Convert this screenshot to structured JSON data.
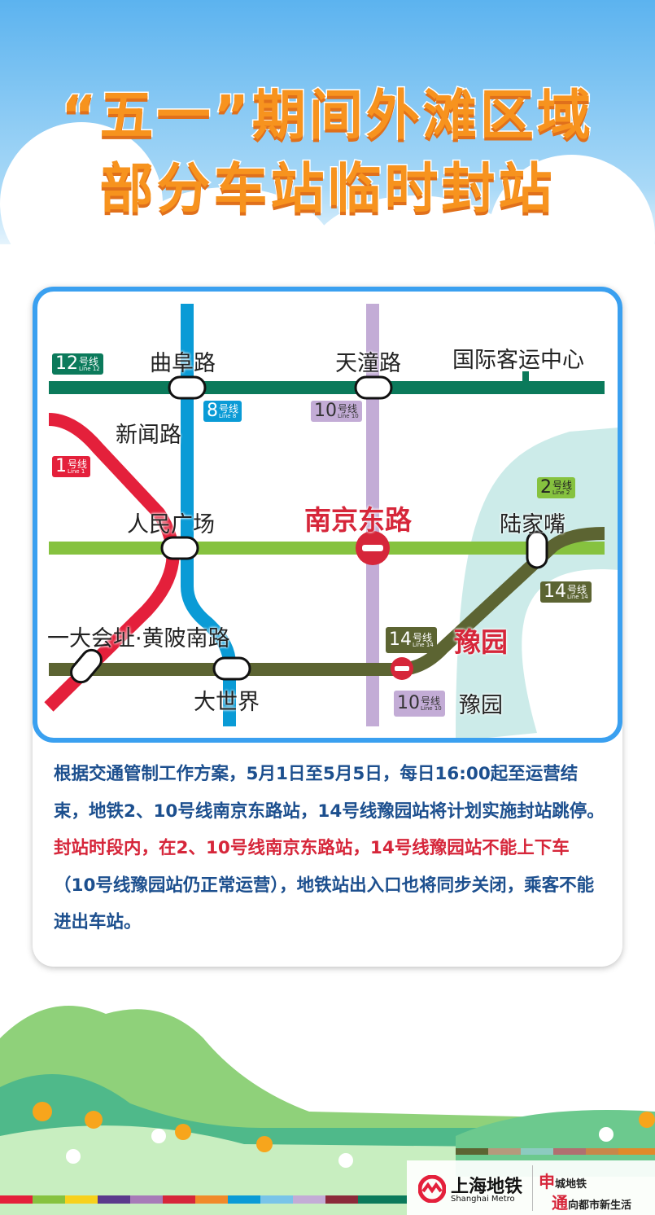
{
  "title": {
    "line1": "“五一”期间外滩区域",
    "line2": "部分车站临时封站"
  },
  "map": {
    "stations": {
      "qufulu": "曲阜路",
      "tiantonglu": "天潼路",
      "guoji": "国际客运中心",
      "xinwenlu": "新闻路",
      "renmin": "人民广场",
      "nanjingdong": "南京东路",
      "lujiazui": "陆家嘴",
      "yidahui": "一大会址·黄陂南路",
      "dashijie": "大世界",
      "yuyuan_closed": "豫园",
      "yuyuan": "豫园"
    },
    "lines": [
      {
        "num": "12",
        "cn": "号线",
        "en": "Line 12",
        "color": "#0b7a5b"
      },
      {
        "num": "8",
        "cn": "号线",
        "en": "Line 8",
        "color": "#0a9bd6"
      },
      {
        "num": "10",
        "cn": "号线",
        "en": "Line 10",
        "color": "#c3acd6"
      },
      {
        "num": "1",
        "cn": "号线",
        "en": "Line 1",
        "color": "#e4203b"
      },
      {
        "num": "2",
        "cn": "号线",
        "en": "Line 2",
        "color": "#86c23f"
      },
      {
        "num": "14",
        "cn": "号线",
        "en": "Line 14",
        "color": "#5c6432"
      }
    ]
  },
  "notice": {
    "p1": "根据交通管制工作方案，5月1日至5月5日，每日16:00起至运营结束，地铁2、10号线南京东路站，14号线豫园站将计划实施封站跳停。",
    "p2": "封站时段内，在2、10号线南京东路站，14号线豫园站不能上下车",
    "p3": "（10号线豫园站仍正常运营），地铁站出入口也将同步关闭，乘客不能进出车站。"
  },
  "footer": {
    "brand_cn": "上海地铁",
    "brand_en": "Shanghai Metro",
    "slogan1_big": "申",
    "slogan1": "城地铁",
    "slogan2_big": "通",
    "slogan2": "向都市新生活"
  }
}
